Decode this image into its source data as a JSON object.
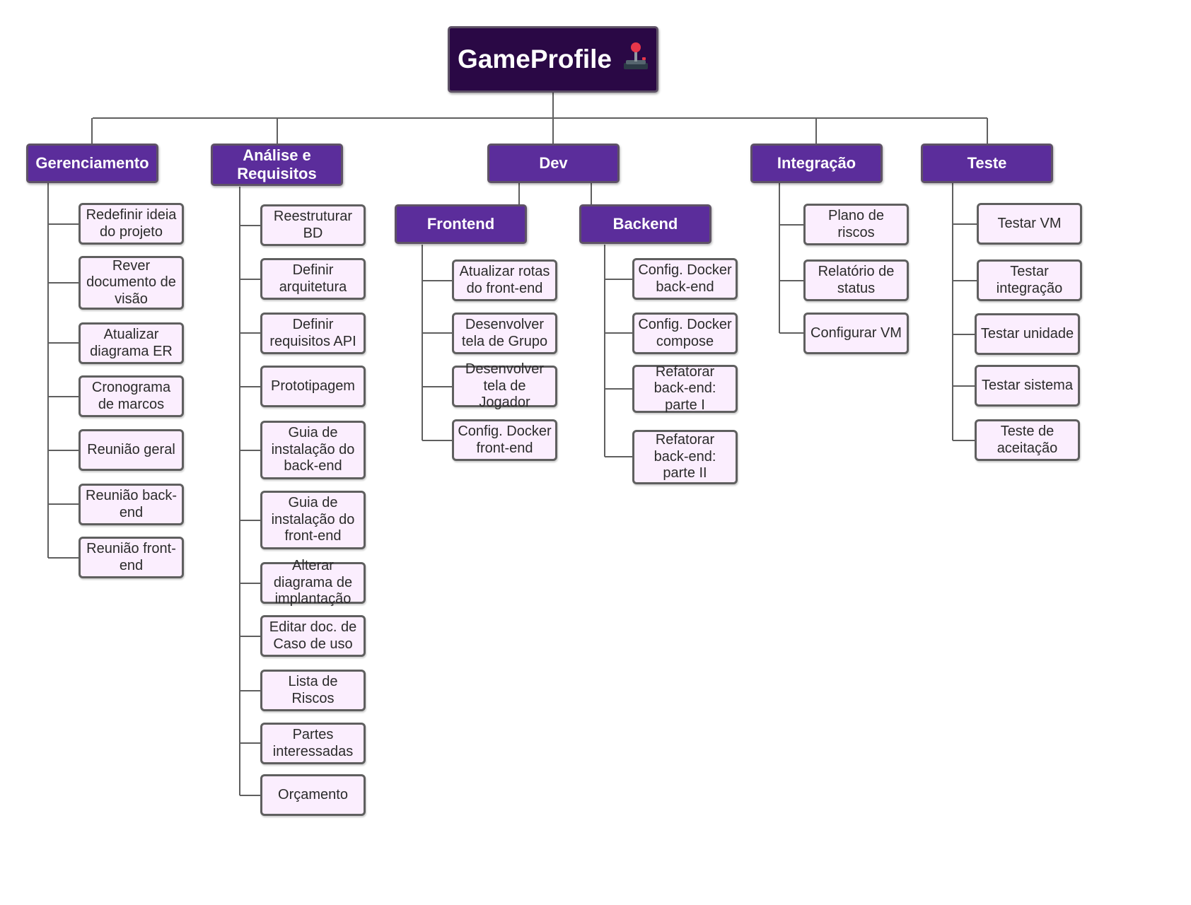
{
  "root": {
    "label": "GameProfile",
    "icon": "joystick-icon"
  },
  "colors": {
    "root_fill": "#2a0845",
    "category_fill": "#5b2d9b",
    "leaf_fill": "#fbeefe",
    "line": "#5f5f5f"
  },
  "categories": [
    {
      "label": "Gerenciamento",
      "items": [
        "Redefinir ideia do projeto",
        "Rever documento de visão",
        "Atualizar diagrama ER",
        "Cronograma de marcos",
        "Reunião geral",
        "Reunião back-end",
        "Reunião front-end"
      ]
    },
    {
      "label": "Análise e Requisitos",
      "items": [
        "Reestruturar BD",
        "Definir arquitetura",
        "Definir requisitos API",
        "Prototipagem",
        "Guia de instalação do back-end",
        "Guia de instalação do front-end",
        "Alterar diagrama de implantação",
        "Editar doc. de Caso de uso",
        "Lista de Riscos",
        "Partes interessadas",
        "Orçamento"
      ]
    },
    {
      "label": "Dev",
      "subcategories": [
        {
          "label": "Frontend",
          "items": [
            "Atualizar rotas do front-end",
            "Desenvolver tela de Grupo",
            "Desenvolver tela de Jogador",
            "Config. Docker front-end"
          ]
        },
        {
          "label": "Backend",
          "items": [
            "Config. Docker back-end",
            "Config. Docker compose",
            "Refatorar back-end: parte I",
            "Refatorar back-end: parte II"
          ]
        }
      ]
    },
    {
      "label": "Integração",
      "items": [
        "Plano de riscos",
        "Relatório de status",
        "Configurar VM"
      ]
    },
    {
      "label": "Teste",
      "items": [
        "Testar VM",
        "Testar integração",
        "Testar unidade",
        "Testar sistema",
        "Teste de aceitação"
      ]
    }
  ]
}
